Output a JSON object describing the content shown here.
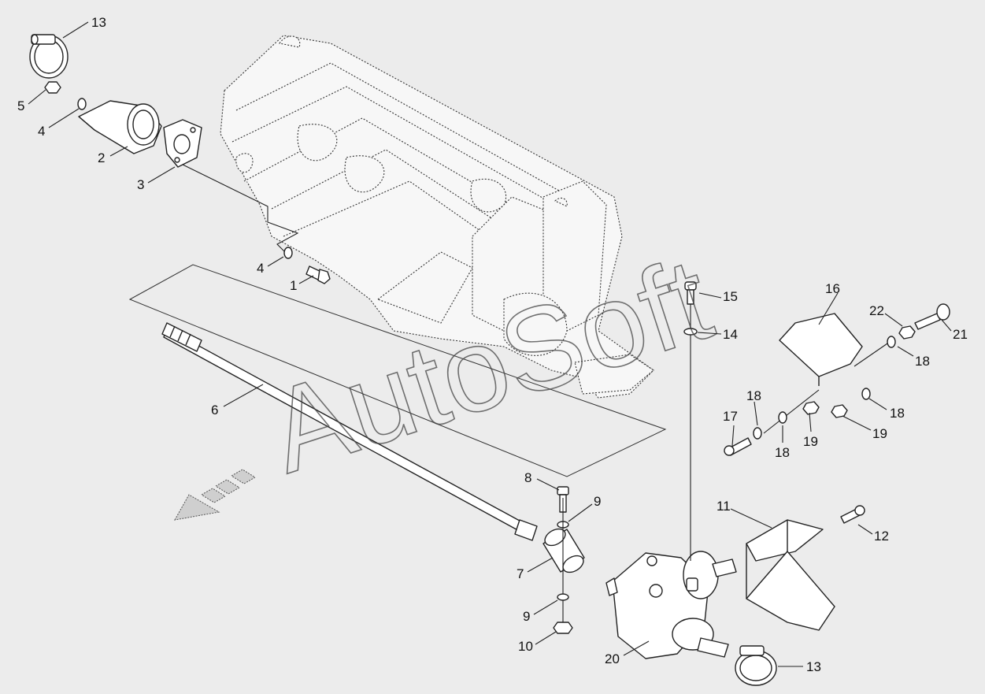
{
  "watermark": "AutoSoft",
  "callouts": [
    "13",
    "5",
    "4",
    "2",
    "3",
    "4",
    "1",
    "6",
    "8",
    "9",
    "7",
    "9",
    "10",
    "20",
    "13",
    "11",
    "12",
    "15",
    "14",
    "16",
    "22",
    "21",
    "18",
    "17",
    "18",
    "18",
    "19",
    "18",
    "19"
  ]
}
